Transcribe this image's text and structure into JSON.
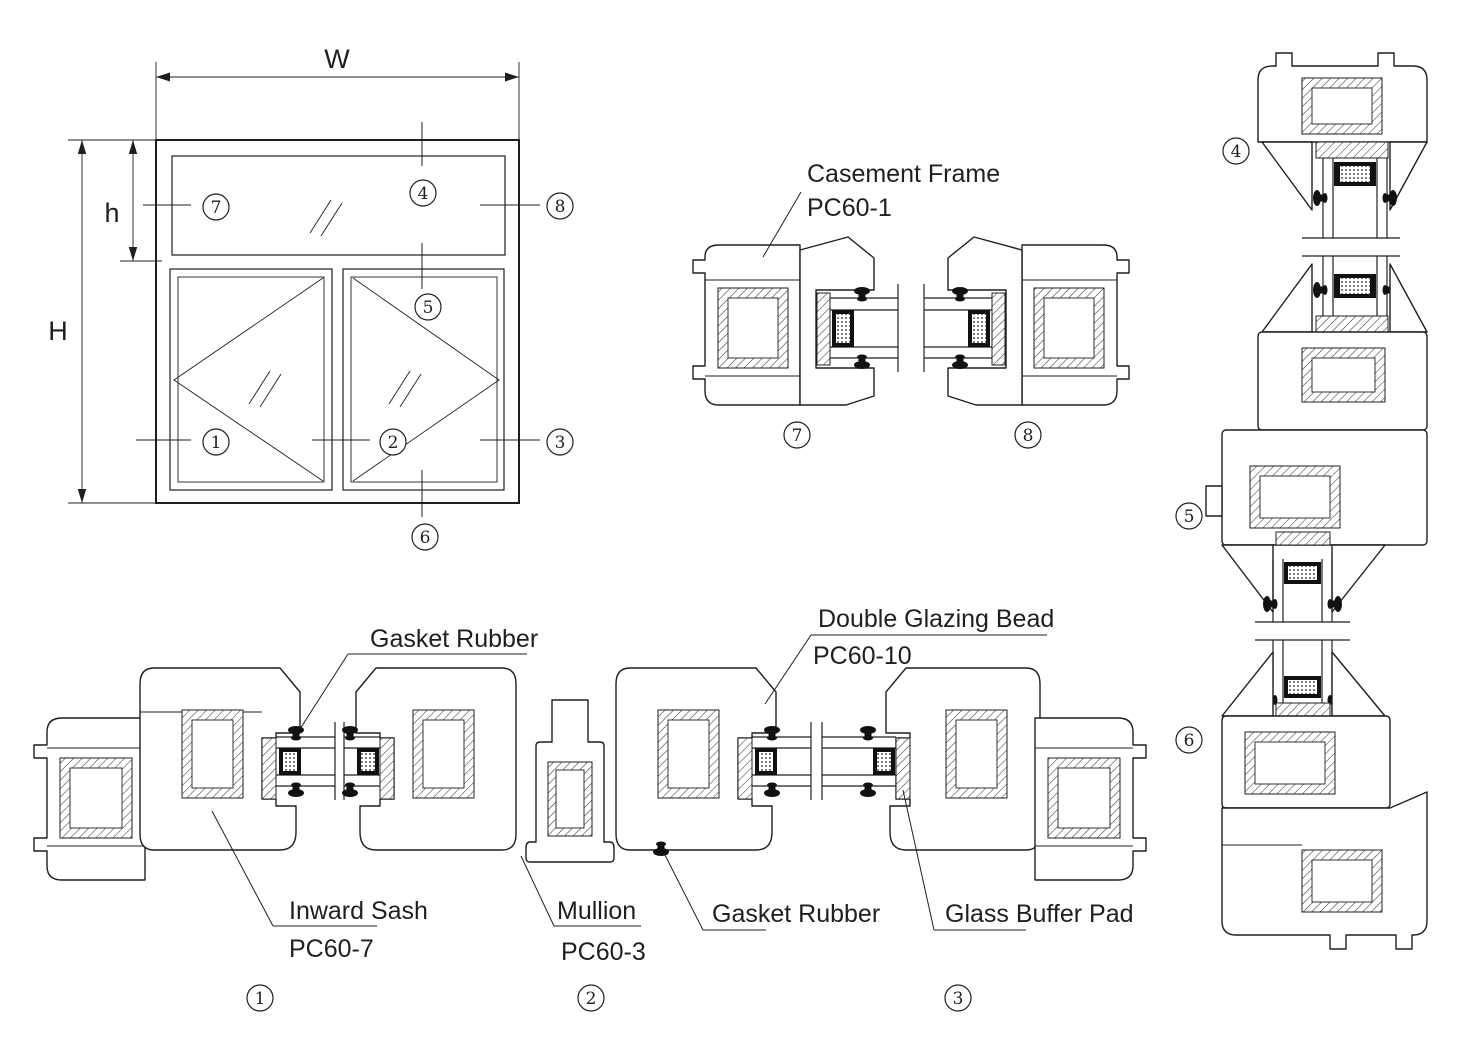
{
  "colors": {
    "ink": "#1f1f1f",
    "hatch": "#3a3a3a",
    "solid": "#111111",
    "background": "#ffffff"
  },
  "elevation": {
    "width_label": "W",
    "height_label": "H",
    "transom_height_label": "h"
  },
  "callouts": {
    "c1": "1",
    "c2": "2",
    "c3": "3",
    "c4": "4",
    "c5": "5",
    "c6": "6",
    "c7": "7",
    "c8": "8"
  },
  "detail_labels": {
    "casement_frame_line1": "Casement Frame",
    "casement_frame_line2": "PC60-1",
    "gasket_rubber_top": "Gasket Rubber",
    "double_glazing_bead_line1": "Double Glazing Bead",
    "double_glazing_bead_line2": "PC60-10",
    "inward_sash_line1": "Inward Sash",
    "inward_sash_line2": "PC60-7",
    "mullion_line1": "Mullion",
    "mullion_line2": "PC60-3",
    "gasket_rubber_bottom": "Gasket Rubber",
    "glass_buffer_pad": "Glass Buffer Pad"
  }
}
